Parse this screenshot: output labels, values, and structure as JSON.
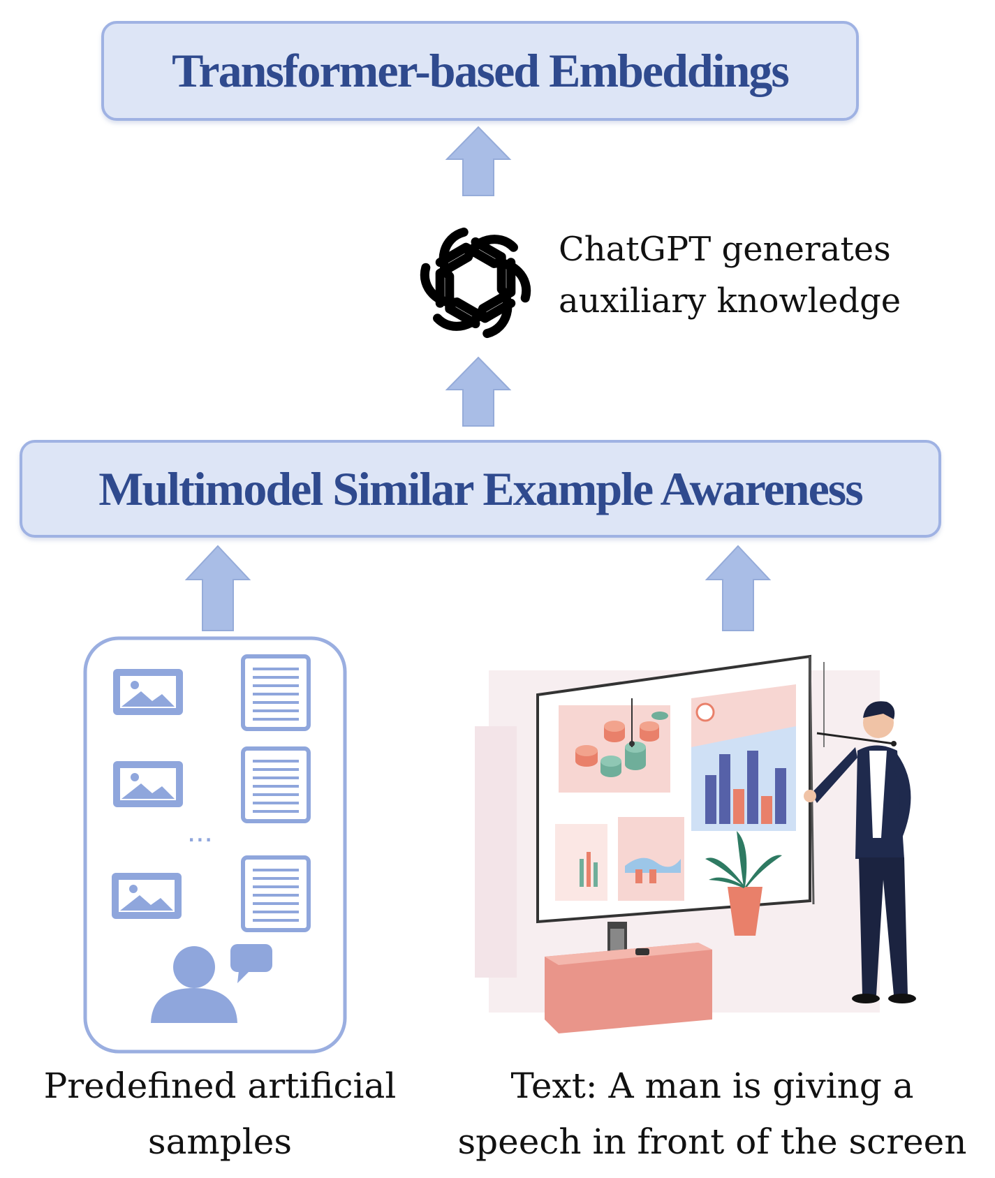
{
  "top_box": {
    "label": "Transformer-based Embeddings"
  },
  "middle_box": {
    "label": "Multimodel Similar Example Awareness"
  },
  "chatgpt_note": {
    "icon": "openai-logo",
    "line1": "ChatGPT generates",
    "line2": "auxiliary knowledge"
  },
  "left_panel": {
    "ellipsis": "...",
    "caption_line1": "Predefined artificial",
    "caption_line2": "samples"
  },
  "right_panel": {
    "caption_line1": "Text: A man is giving a",
    "caption_line2": "speech in front of the screen"
  },
  "colors": {
    "box_fill": "#dde5f6",
    "box_border": "#9fb2e3",
    "title_text": "#2f4a8e",
    "arrow_fill": "#a9bde6",
    "icon_blue": "#8fa6dc"
  }
}
